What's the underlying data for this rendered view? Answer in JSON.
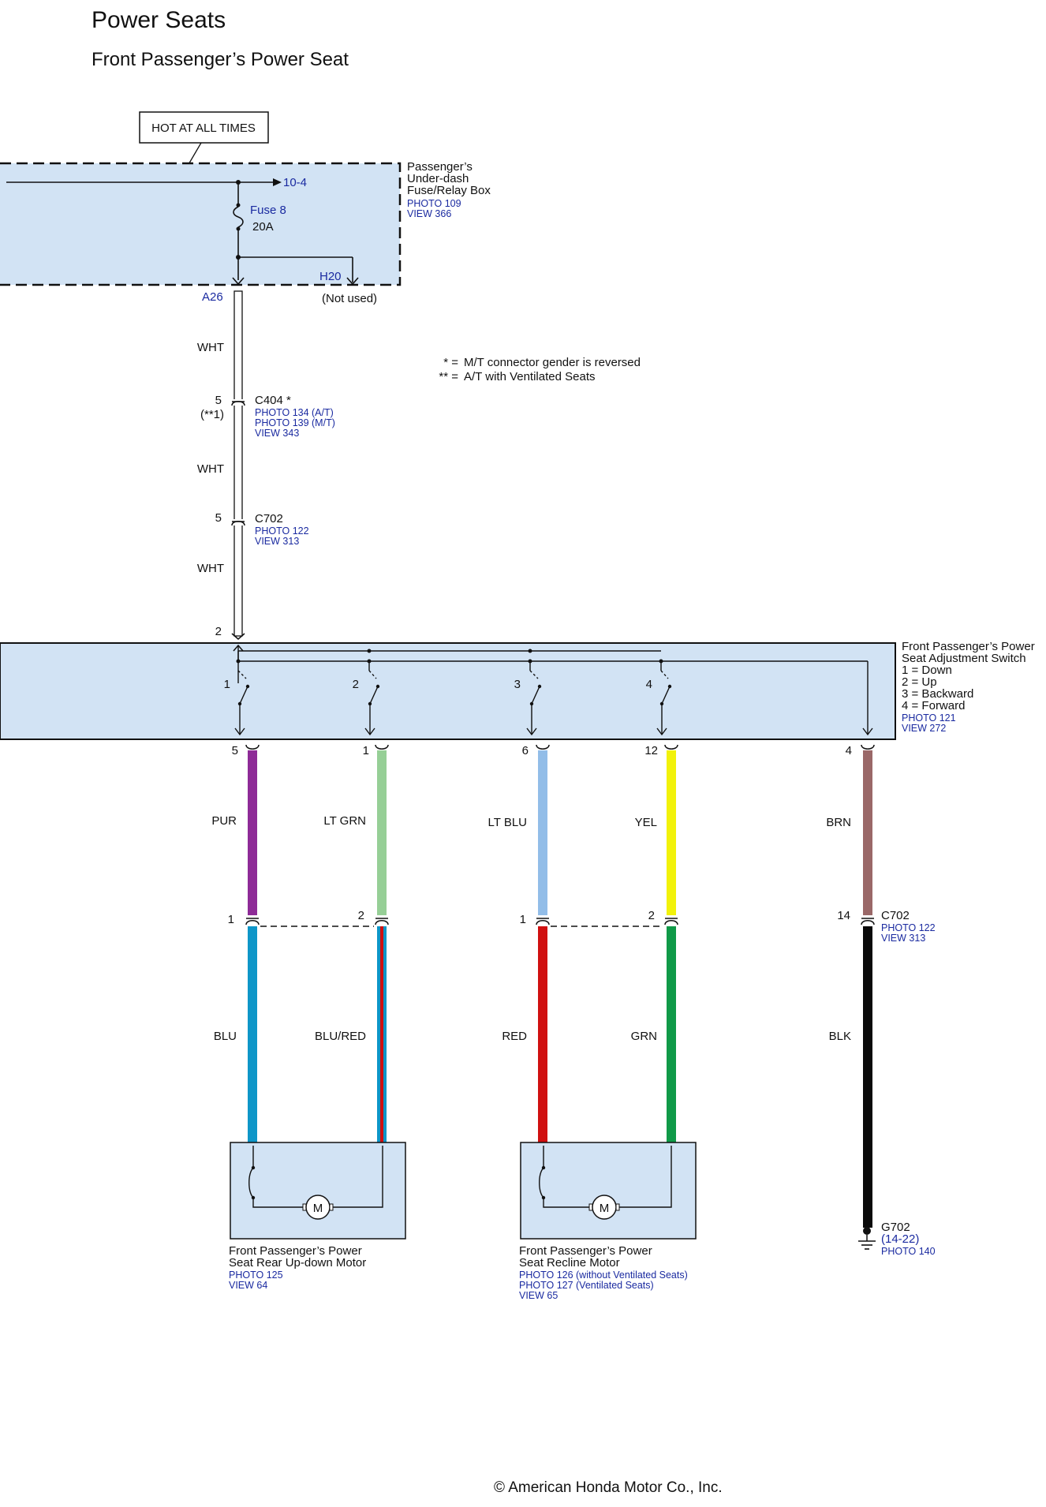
{
  "header": {
    "title": "Power Seats",
    "subtitle": "Front Passenger’s Power Seat"
  },
  "hot_box": {
    "label": "HOT AT ALL TIMES"
  },
  "fuse_box": {
    "name_lines": [
      "Passenger’s",
      "Under-dash",
      "Fuse/Relay Box"
    ],
    "refs": [
      "PHOTO 109",
      "VIEW 366"
    ],
    "bus_ref": "10-4",
    "fuse_name": "Fuse 8",
    "fuse_rating": "20A",
    "terminal_out": "A26",
    "terminal_unused": "H20",
    "unused_note": "(Not used)"
  },
  "legend": {
    "items": [
      {
        "symbol": "* =",
        "text": "M/T connector gender is reversed"
      },
      {
        "symbol": "** =",
        "text": "A/T with Ventilated Seats"
      }
    ]
  },
  "supply_wire": {
    "segments": [
      {
        "color_label": "WHT"
      },
      {
        "color_label": "WHT"
      },
      {
        "color_label": "WHT"
      }
    ],
    "connectors": [
      {
        "pin": "5",
        "pin_note": "(**1)",
        "name": "C404 *",
        "refs": [
          "PHOTO 134 (A/T)",
          "PHOTO 139 (M/T)",
          "VIEW 343"
        ]
      },
      {
        "pin": "5",
        "name": "C702",
        "refs": [
          "PHOTO 122",
          "VIEW 313"
        ]
      }
    ],
    "switch_pin": "2"
  },
  "switch": {
    "name_lines": [
      "Front Passenger’s Power",
      "Seat Adjustment Switch"
    ],
    "positions": [
      "1 = Down",
      "2 = Up",
      "3 = Backward",
      "4 = Forward"
    ],
    "refs": [
      "PHOTO 121",
      "VIEW 272"
    ],
    "contact_labels": [
      "1",
      "2",
      "3",
      "4"
    ]
  },
  "wires": [
    {
      "top_pin": "5",
      "top_label": "PUR",
      "top_color": "#8e2b97",
      "bottom_pin": "1",
      "bottom_label": "BLU",
      "bottom_color": "#0e96c8"
    },
    {
      "top_pin": "1",
      "top_label": "LT GRN",
      "top_color": "#96cf96",
      "bottom_pin": "2",
      "bottom_label": "BLU/RED",
      "bottom_color": "#0e96c8",
      "stripe_color": "#d01010"
    },
    {
      "top_pin": "6",
      "top_label": "LT BLU",
      "top_color": "#92bde8",
      "bottom_pin": "1",
      "bottom_label": "RED",
      "bottom_color": "#d01010"
    },
    {
      "top_pin": "12",
      "top_label": "YEL",
      "top_color": "#f2f20a",
      "bottom_pin": "2",
      "bottom_label": "GRN",
      "bottom_color": "#109a48"
    },
    {
      "top_pin": "4",
      "top_label": "BRN",
      "top_color": "#9a6868",
      "bottom_pin": "14",
      "bottom_label": "BLK",
      "bottom_color": "#0a0a0a"
    }
  ],
  "lower_connector": {
    "name": "C702",
    "refs": [
      "PHOTO 122",
      "VIEW 313"
    ]
  },
  "motors": [
    {
      "symbol": "M",
      "name_lines": [
        "Front Passenger’s Power",
        "Seat Rear Up-down Motor"
      ],
      "refs": [
        "PHOTO 125",
        "VIEW 64"
      ]
    },
    {
      "symbol": "M",
      "name_lines": [
        "Front Passenger’s Power",
        "Seat Recline Motor"
      ],
      "refs": [
        "PHOTO 126 (without Ventilated Seats)",
        "PHOTO 127 (Ventilated Seats)",
        "VIEW 65"
      ]
    }
  ],
  "ground": {
    "name": "G702",
    "page_ref": "(14-22)",
    "refs": [
      "PHOTO 140"
    ]
  },
  "footer": {
    "copyright": "© American Honda Motor Co., Inc."
  },
  "colors": {
    "panel_fill": "#d2e3f4",
    "ref_text": "#1a2aa0"
  }
}
